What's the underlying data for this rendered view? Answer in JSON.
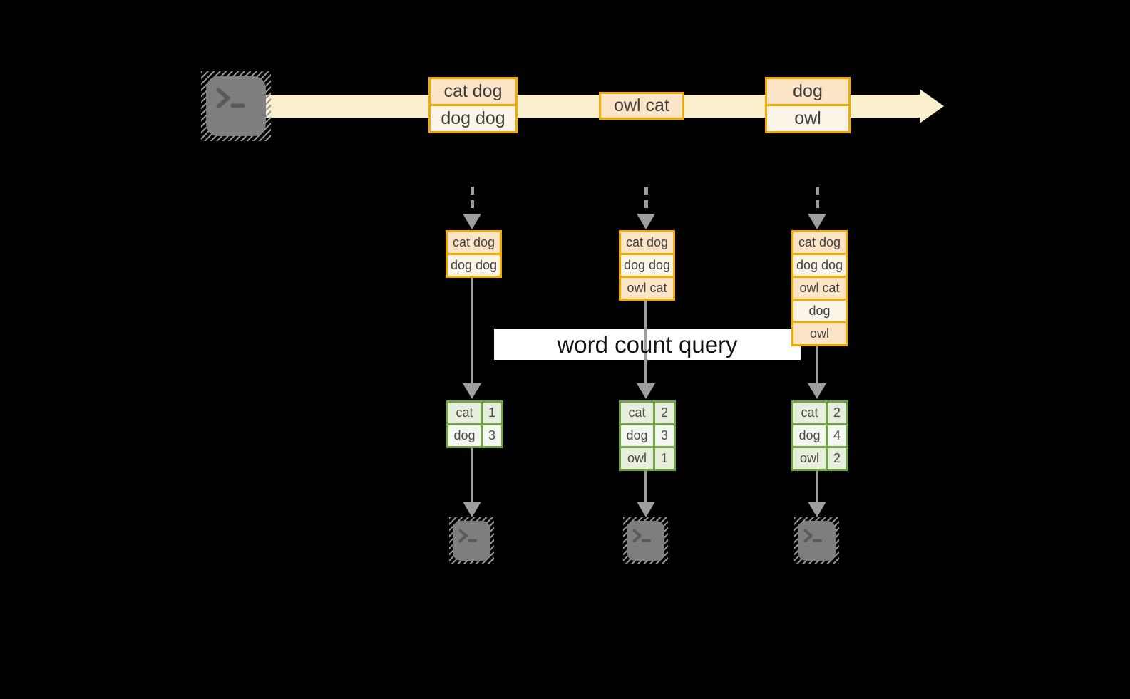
{
  "background_color": "#000000",
  "source": {
    "icon": "terminal-icon"
  },
  "stream": {
    "band_color": "#FAF0CE",
    "events": [
      {
        "rows": [
          "cat dog",
          "dog dog"
        ]
      },
      {
        "rows": [
          "owl cat"
        ]
      },
      {
        "rows": [
          "dog",
          "owl"
        ]
      }
    ]
  },
  "query": {
    "label": "word count query"
  },
  "columns": [
    {
      "state": [
        "cat dog",
        "dog dog"
      ],
      "counts": [
        {
          "word": "cat",
          "value": "1"
        },
        {
          "word": "dog",
          "value": "3"
        }
      ],
      "sink_icon": "terminal-icon"
    },
    {
      "state": [
        "cat dog",
        "dog dog",
        "owl cat"
      ],
      "counts": [
        {
          "word": "cat",
          "value": "2"
        },
        {
          "word": "dog",
          "value": "3"
        },
        {
          "word": "owl",
          "value": "1"
        }
      ],
      "sink_icon": "terminal-icon"
    },
    {
      "state": [
        "cat dog",
        "dog dog",
        "owl cat",
        "dog",
        "owl"
      ],
      "counts": [
        {
          "word": "cat",
          "value": "2"
        },
        {
          "word": "dog",
          "value": "4"
        },
        {
          "word": "owl",
          "value": "2"
        }
      ],
      "sink_icon": "terminal-icon"
    }
  ],
  "colors": {
    "event_border": "#F2A900",
    "event_fill_dark": "#FCE4C6",
    "event_fill_light": "#FDF4E8",
    "table_border": "#6FA543",
    "table_fill_green": "#E7EEDC",
    "table_fill_white": "#F4F7EF",
    "arrow_gray": "#9E9E9E",
    "stream_band": "#FAF0CE",
    "terminal_gray": "#7E7E7E",
    "query_band": "#FFFFFF"
  }
}
